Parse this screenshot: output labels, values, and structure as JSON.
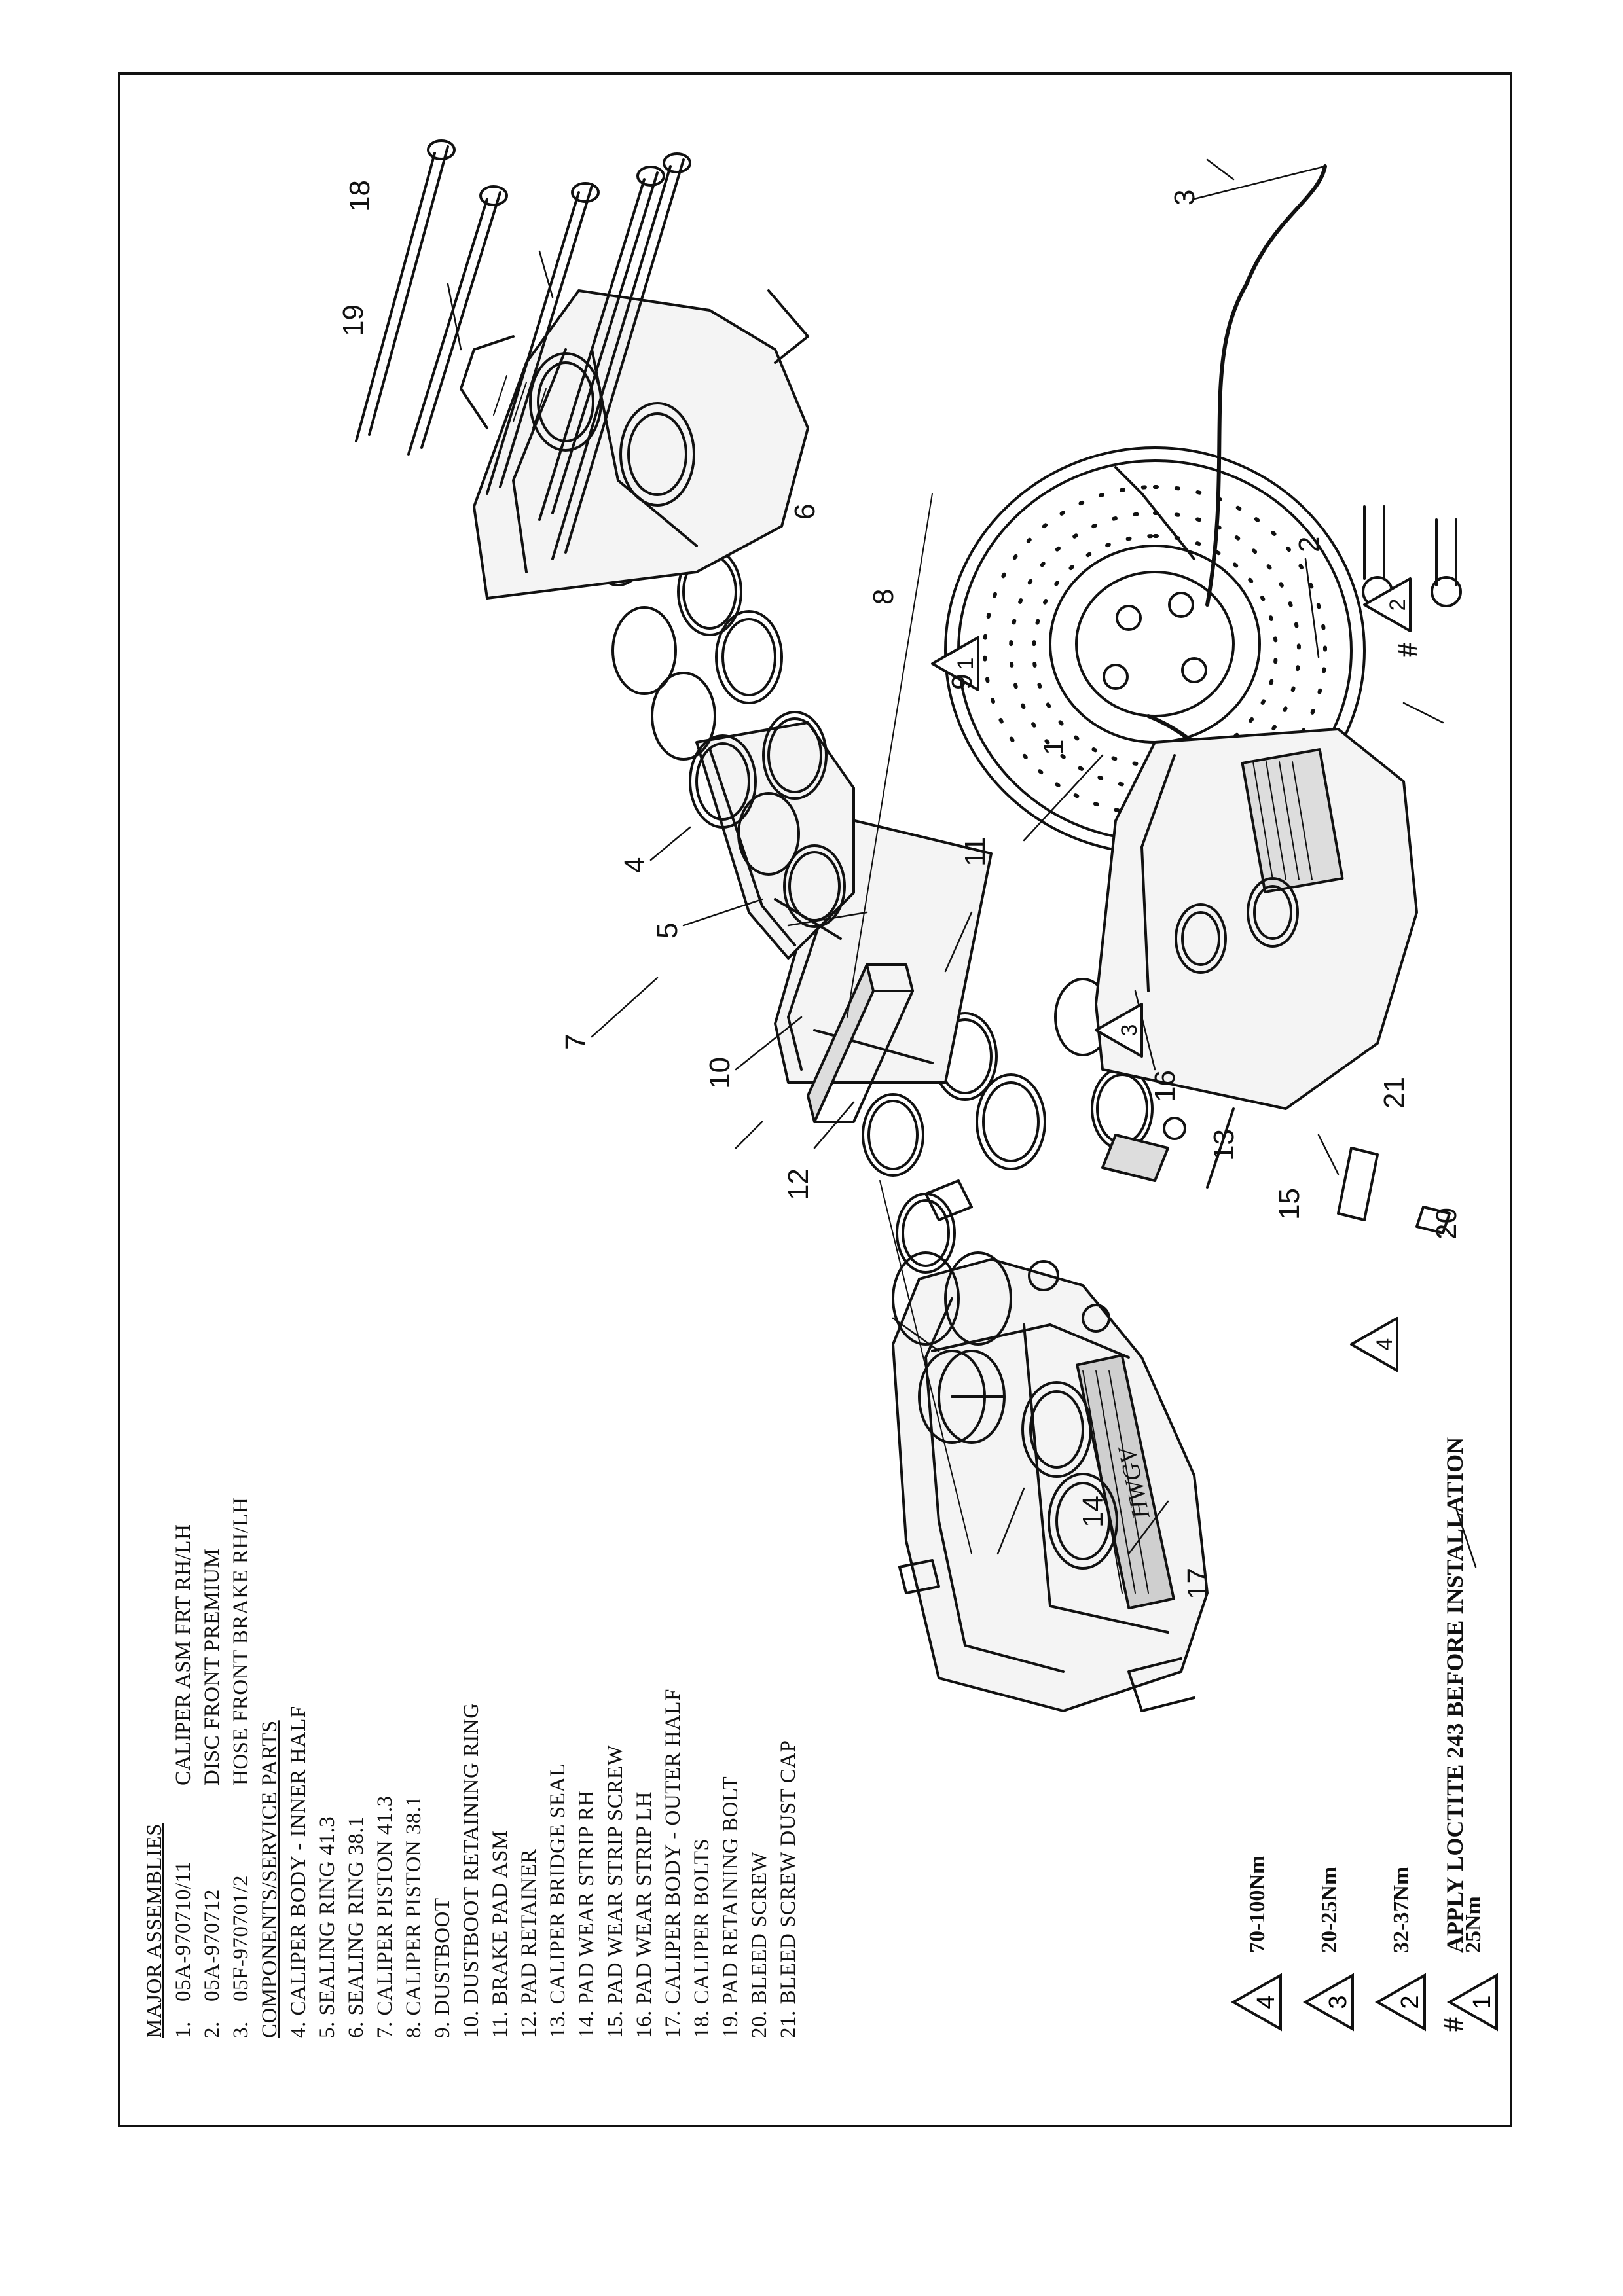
{
  "legend": {
    "major_heading": "MAJOR ASSEMBLIES",
    "major": [
      {
        "num": "1.",
        "code": "05A-970710/11",
        "desc": "CALIPER ASM FRT RH/LH"
      },
      {
        "num": "2.",
        "code": "05A-970712",
        "desc": "DISC FRONT PREMIUM"
      },
      {
        "num": "3.",
        "code": "05F-970701/2",
        "desc": "HOSE FRONT BRAKE RH/LH"
      }
    ],
    "components_heading": "COMPONENTS/SERVICE PARTS",
    "components": [
      "4. CALIPER BODY - INNER HALF",
      "5. SEALING RING 41.3",
      "6. SEALING RING 38.1",
      "7. CALIPER PISTON 41.3",
      "8. CALIPER PISTON 38.1",
      "9. DUSTBOOT",
      "10. DUSTBOOT RETAINING RING",
      "11. BRAKE PAD ASM",
      "12. PAD RETAINER",
      "13. CALIPER BRIDGE SEAL",
      "14. PAD WEAR STRIP RH",
      "15. PAD WEAR STRIP SCREW",
      "16. PAD WEAR STRIP LH",
      "17. CALIPER BODY - OUTER HALF",
      "18. CALIPER BOLTS",
      "19. PAD RETAINING BOLT",
      "20. BLEED SCREW",
      "21. BLEED SCREW DUST CAP"
    ]
  },
  "torque_specs": [
    {
      "symbol": "4",
      "value": "70-100Nm"
    },
    {
      "symbol": "3",
      "value": "20-25Nm"
    },
    {
      "symbol": "2",
      "value": "32-37Nm"
    },
    {
      "symbol": "1",
      "value": "25Nm"
    }
  ],
  "note": {
    "symbol": "#",
    "text": "APPLY LOCTITE 243 BEFORE INSTALLATION"
  },
  "callouts": [
    "1",
    "2",
    "3",
    "4",
    "5",
    "6",
    "7",
    "8",
    "9",
    "10",
    "11",
    "12",
    "13",
    "14",
    "15",
    "16",
    "17",
    "18",
    "19",
    "20",
    "21"
  ],
  "torque_callouts": [
    "1",
    "2",
    "3",
    "4"
  ],
  "hash_mark": "#",
  "logo_text": "HWGV"
}
